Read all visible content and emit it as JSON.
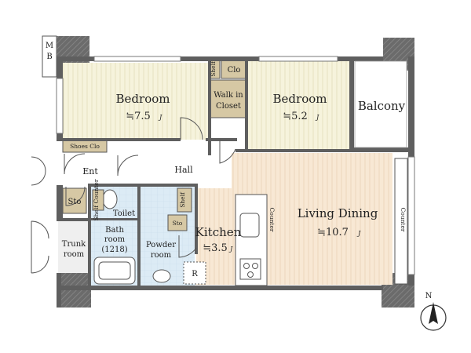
{
  "plan": {
    "mb_label_top": "M",
    "mb_label_bottom": "B",
    "bedroom_left": {
      "name": "Bedroom",
      "area": "≒7.5",
      "unit": "J"
    },
    "bedroom_right": {
      "name": "Bedroom",
      "area": "≒5.2",
      "unit": "J"
    },
    "living_dining": {
      "name": "Living Dining",
      "area": "≒10.7",
      "unit": "J"
    },
    "kitchen": {
      "name": "Kitchen",
      "area": "≒3.5",
      "unit": "J"
    },
    "balcony": "Balcony",
    "hall": "Hall",
    "entrance": "Ent",
    "shoes_closet": "Shoes Clo",
    "closet": "Clo",
    "shelf_top": "Shelf",
    "walk_in_closet_line1": "Walk in",
    "walk_in_closet_line2": "Closet",
    "storage_left": "Sto",
    "storage_mid": "Sto",
    "shelf_counter": "Shelf Counter",
    "toilet": "Toilet",
    "bathroom_line1": "Bath",
    "bathroom_line2": "room",
    "bathroom_size": "(1218)",
    "powder_room_line1": "Powder",
    "powder_room_line2": "room",
    "shelf_mid": "Shelf",
    "trunk_room_line1": "Trunk",
    "trunk_room_line2": "room",
    "fridge": "R",
    "counter_kitchen": "Counter",
    "counter_right": "Counter",
    "compass": "N"
  },
  "colors": {
    "wall": "#5f5f5f",
    "wall_hatch": "#4a4a4a",
    "bedroom_floor": "#f6f3dc",
    "living_floor": "#f8e8d4",
    "wet_floor": "#dcebf5",
    "closet_fill": "#d6c8a4",
    "trunk_floor": "#efefef"
  }
}
